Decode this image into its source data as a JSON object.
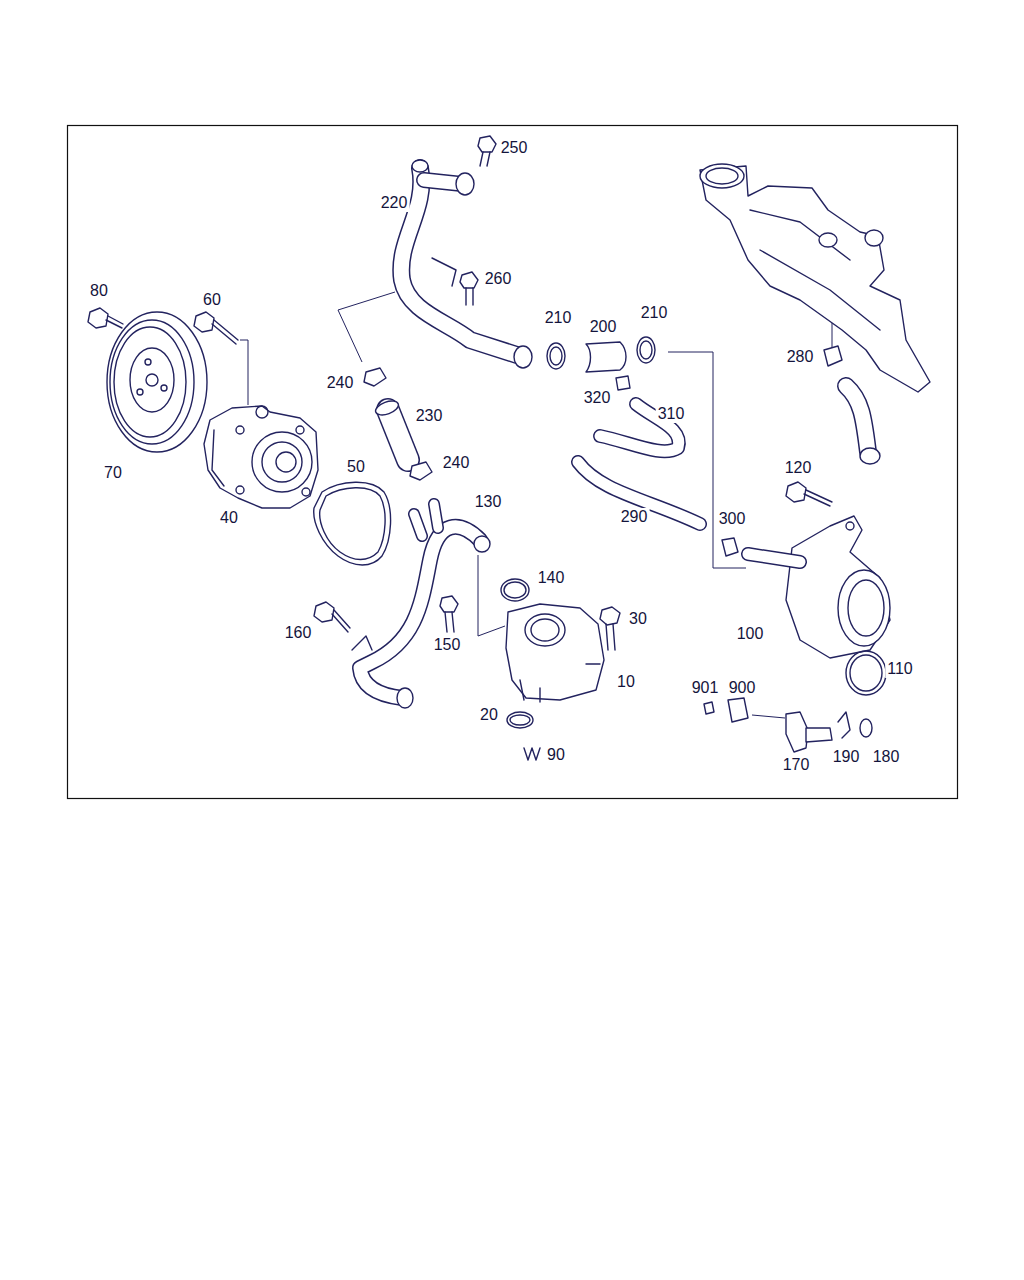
{
  "diagram": {
    "labels": [
      "250",
      "220",
      "260",
      "80",
      "60",
      "210",
      "200",
      "210",
      "280",
      "240",
      "230",
      "320",
      "310",
      "70",
      "50",
      "240",
      "130",
      "120",
      "40",
      "300",
      "290",
      "140",
      "30",
      "160",
      "150",
      "100",
      "110",
      "10",
      "901",
      "900",
      "20",
      "90",
      "170",
      "190",
      "180"
    ]
  }
}
